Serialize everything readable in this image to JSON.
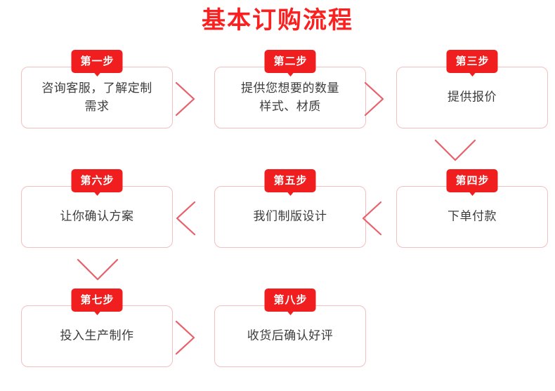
{
  "page": {
    "title": "基本订购流程",
    "accent_red": "#fa2020",
    "badge_red": "#f01e1e",
    "box_border": "#f3bfbf",
    "text_color": "#3c3c3c",
    "arrow_color": "#e8606a"
  },
  "steps": [
    {
      "badge": "第一步",
      "line1": "咨询客服，了解定制",
      "line2": "需求"
    },
    {
      "badge": "第二步",
      "line1": "提供您想要的数量",
      "line2": "样式、材质"
    },
    {
      "badge": "第三步",
      "line1": "提供报价",
      "line2": ""
    },
    {
      "badge": "第四步",
      "line1": "下单付款",
      "line2": ""
    },
    {
      "badge": "第五步",
      "line1": "我们制版设计",
      "line2": ""
    },
    {
      "badge": "第六步",
      "line1": "让你确认方案",
      "line2": ""
    },
    {
      "badge": "第七步",
      "line1": "投入生产制作",
      "line2": ""
    },
    {
      "badge": "第八步",
      "line1": "收货后确认好评",
      "line2": ""
    }
  ],
  "arrows": [
    {
      "name": "arrow-step1-to-step2",
      "direction": "right"
    },
    {
      "name": "arrow-step2-to-step3",
      "direction": "right"
    },
    {
      "name": "arrow-step3-to-step4",
      "direction": "down"
    },
    {
      "name": "arrow-step4-to-step5",
      "direction": "left"
    },
    {
      "name": "arrow-step5-to-step6",
      "direction": "left"
    },
    {
      "name": "arrow-step6-to-step7",
      "direction": "down"
    },
    {
      "name": "arrow-step7-to-step8",
      "direction": "right"
    }
  ]
}
